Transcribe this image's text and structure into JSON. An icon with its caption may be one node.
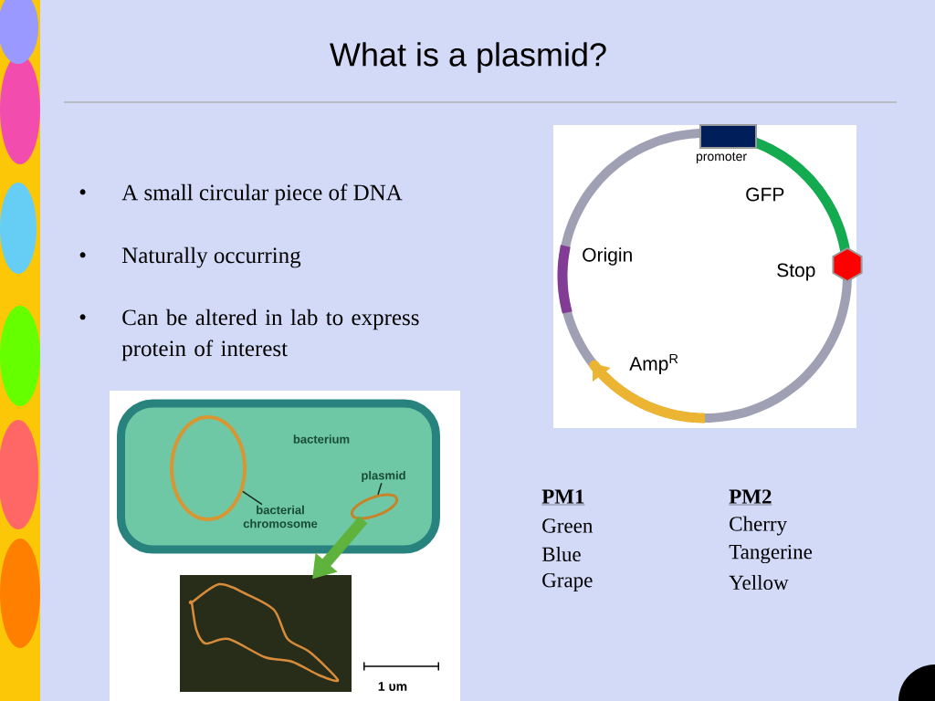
{
  "diagram": {
    "title": "What is a plasmid?",
    "nodes": [
      {
        "text": [
          "bacterium"
        ]
      },
      {
        "text": [
          "bacterial chromosome"
        ],
        "in": 0
      },
      {
        "text": [],
        "shape": "circle",
        "in": 0
      },
      {
        "text": [
          "plasmid"
        ],
        "in": 0
      },
      {
        "text": [],
        "shape": "picture",
        "in": 0
      },
      {
        "text": [],
        "shape": "picture"
      }
    ],
    "edges": [
      {
        "from": 1,
        "to": 2,
        "arrow": "none"
      },
      {
        "from": 3,
        "to": 4,
        "arrow": "none"
      },
      {
        "from": 4,
        "to": 5,
        "arrow": "to",
        "style": "thick",
        "color": "#5fb23c"
      }
    ],
    "labels": [
      "•",
      "A small circular piece of DNA",
      "•",
      "Naturally occurring",
      "•",
      "Can be altered in lab to express protein of interest",
      "promoter",
      "GFP",
      "Origin",
      "Stop",
      "Amp$^{R}$",
      "1 υm",
      "PM1",
      "PM2",
      "Green",
      "Cherry",
      "Blue",
      "Tangerine",
      "Grape",
      "Yellow"
    ]
  }
}
